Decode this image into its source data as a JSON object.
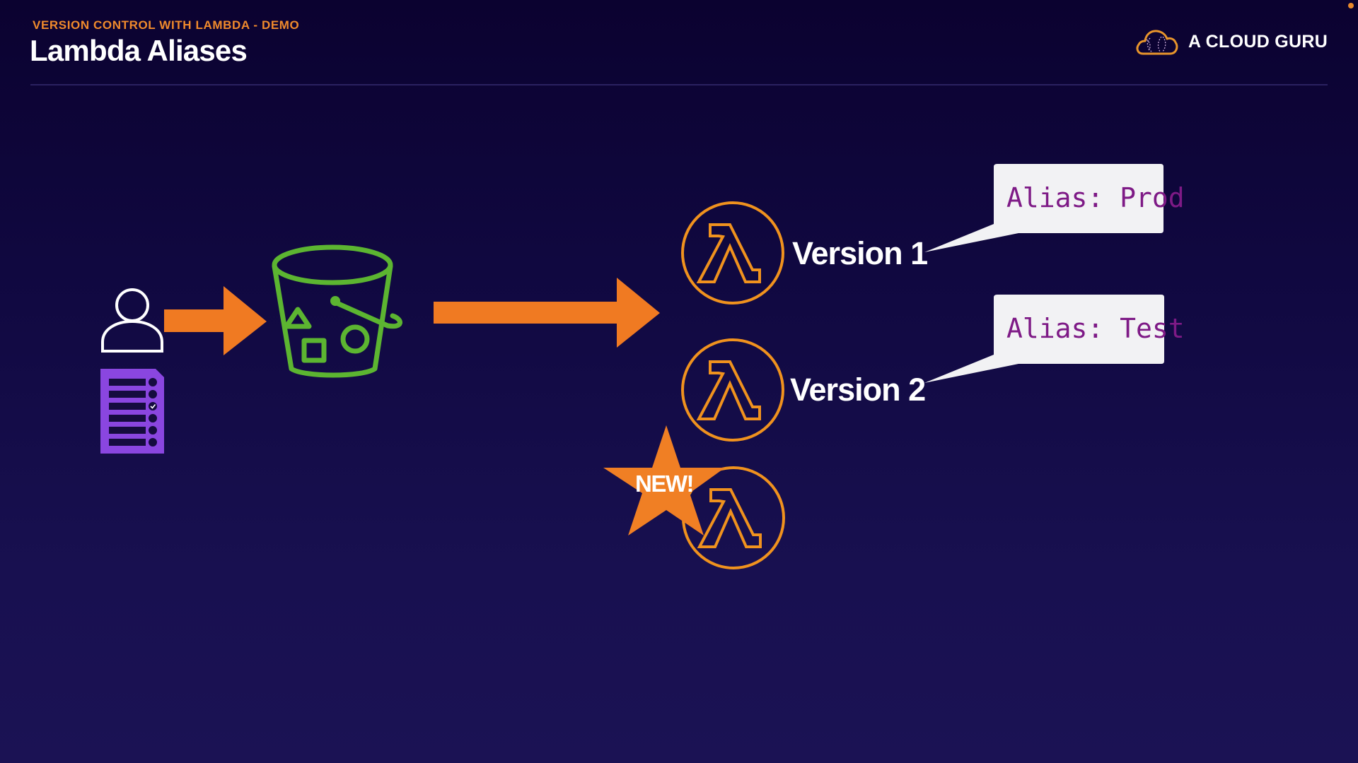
{
  "header": {
    "subtitle": "VERSION CONTROL WITH LAMBDA - DEMO",
    "title": "Lambda Aliases"
  },
  "brand": {
    "name": "A CLOUD GURU",
    "icon": "cloud-logo-icon"
  },
  "colors": {
    "accent_orange": "#f07a22",
    "lambda_orange": "#f0921e",
    "bucket_green": "#5cb531",
    "document_purple": "#8a46e0",
    "alias_text_purple": "#7e1a86",
    "background_top": "#0b0230",
    "background_bottom": "#1b1254"
  },
  "diagram": {
    "actor": {
      "icon": "user-icon"
    },
    "document": {
      "icon": "checklist-document-icon"
    },
    "storage": {
      "icon": "s3-bucket-icon"
    },
    "versions": [
      {
        "label": "Version 1",
        "icon": "lambda-icon",
        "alias": "Alias: Prod"
      },
      {
        "label": "Version 2",
        "icon": "lambda-icon",
        "alias": "Alias: Test"
      },
      {
        "label": "",
        "icon": "lambda-icon",
        "badge": "NEW!"
      }
    ]
  }
}
